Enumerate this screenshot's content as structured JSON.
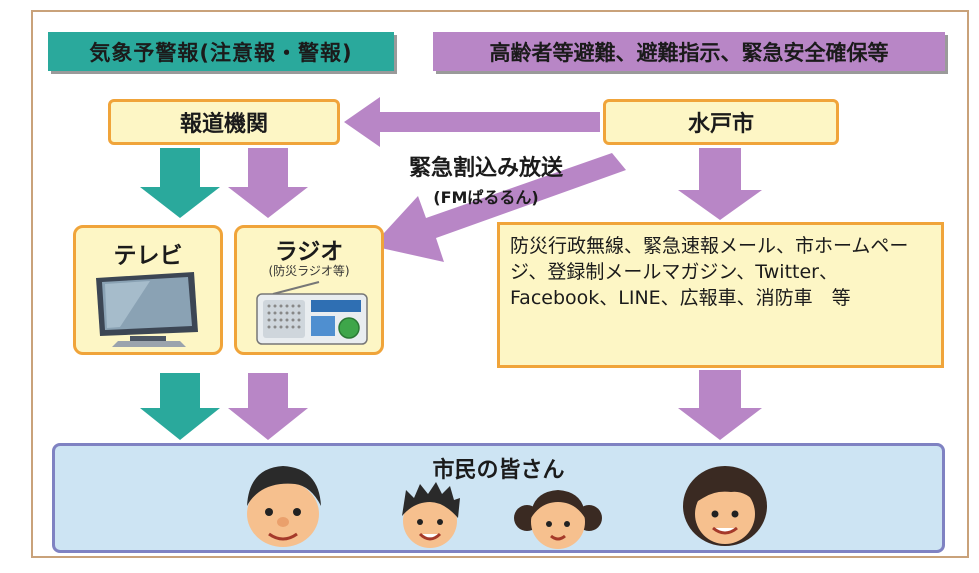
{
  "headers": {
    "weather_warning": "気象予警報(注意報・警報)",
    "evacuation": "高齢者等避難、避難指示、緊急安全確保等"
  },
  "nodes": {
    "media": "報道機関",
    "city": "水戸市"
  },
  "broadcast": {
    "line1": "緊急割込み放送",
    "line2": "(FMぱるるん)"
  },
  "channels": {
    "tv": {
      "title": "テレビ"
    },
    "radio": {
      "title": "ラジオ",
      "subtitle": "(防災ラジオ等)"
    }
  },
  "methods": "防災行政無線、緊急速報メール、市ホームページ、登録制メールマガジン、Twitter、Facebook、LINE、広報車、消防車　等",
  "citizens": "市民の皆さん",
  "colors": {
    "teal": "#2aa99c",
    "purple": "#b886c6",
    "node_fill": "#fdf6c5",
    "node_border": "#f0a43a",
    "citizens_fill": "#cde4f3",
    "citizens_border": "#7f82c2"
  },
  "icons": [
    "tv-icon",
    "radio-icon",
    "man-face-icon",
    "boy-face-icon",
    "girl-face-icon",
    "woman-face-icon"
  ]
}
